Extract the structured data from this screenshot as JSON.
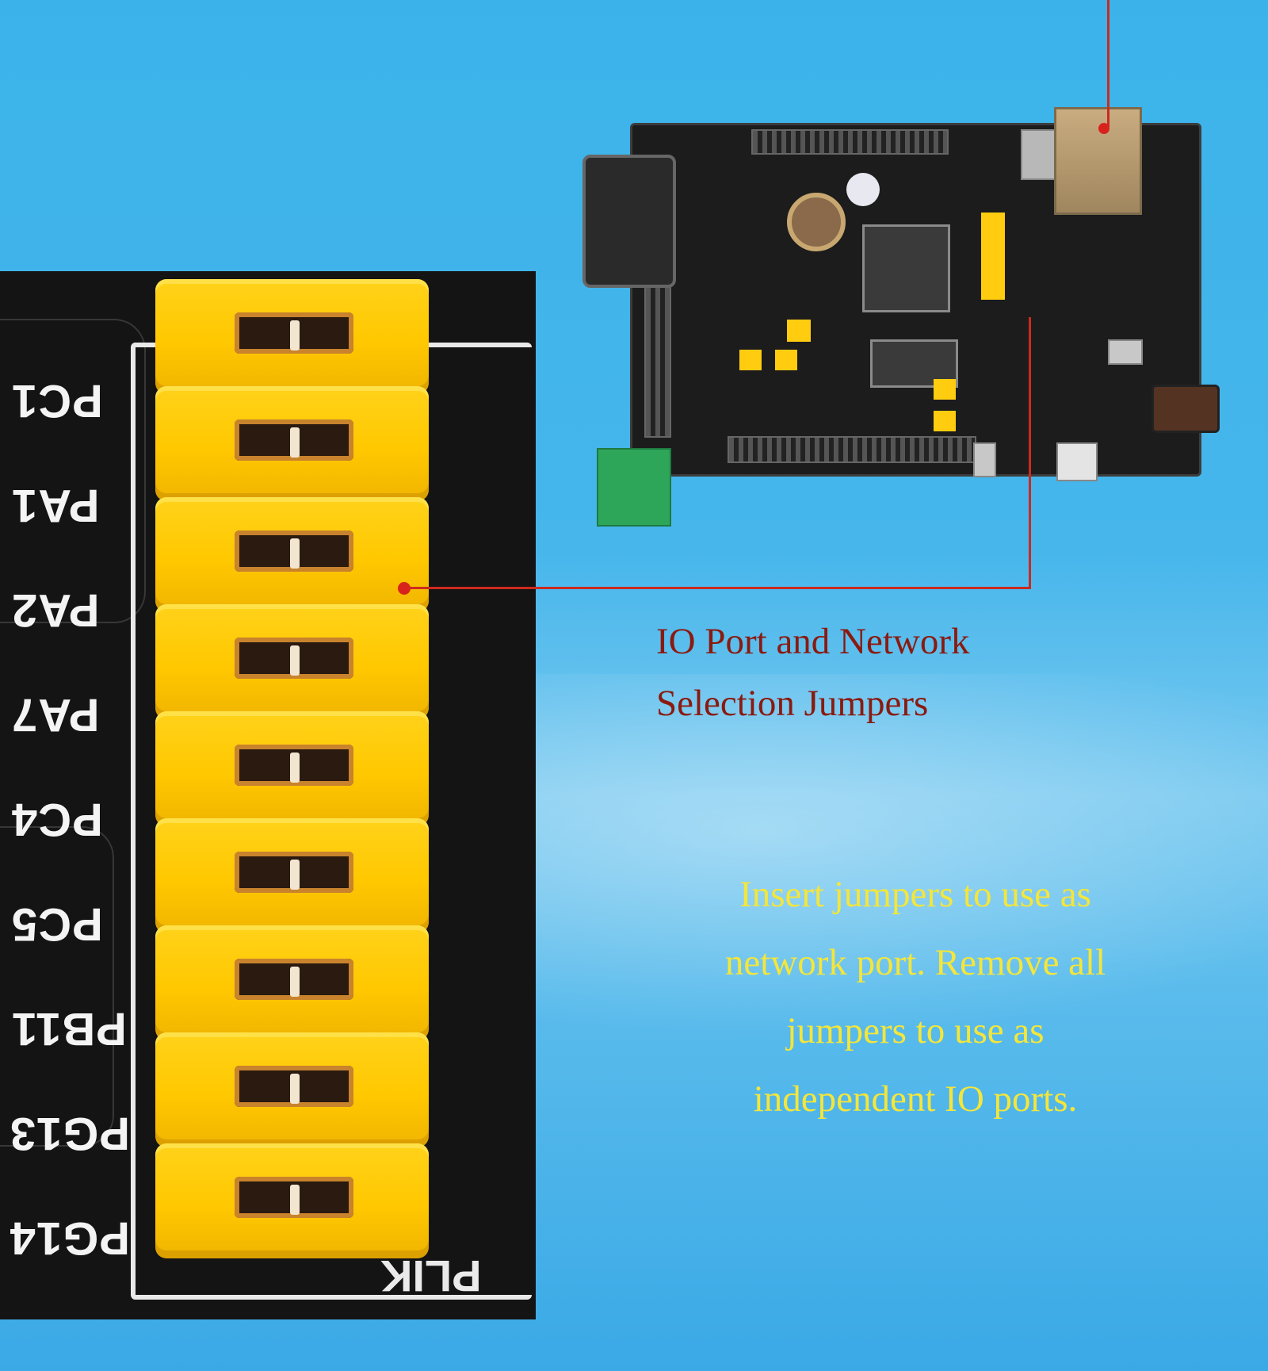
{
  "callout": {
    "title_line1": "IO Port and Network",
    "title_line2": "Selection Jumpers"
  },
  "description": {
    "line1": "Insert jumpers to use as",
    "line2": "network port. Remove all",
    "line3": "jumpers to use as",
    "line4": "independent IO ports."
  },
  "jumper_labels": [
    "PC1",
    "PA1",
    "PA2",
    "PA7",
    "PC4",
    "PC5",
    "PB11",
    "PG13",
    "PG14"
  ],
  "board_markings": {
    "bottom_text": "PLIK"
  },
  "colors": {
    "background": "#3bb3ea",
    "callout_text": "#8a1a10",
    "description_text": "#f4e63a",
    "jumper": "#ffc800",
    "callout_line": "#cc2a1e"
  }
}
